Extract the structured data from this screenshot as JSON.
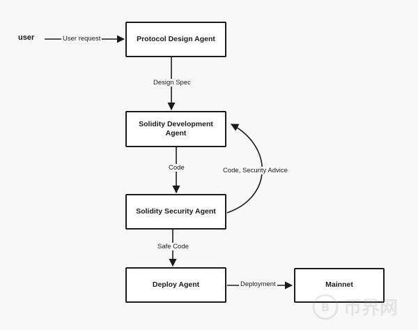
{
  "source": "user",
  "nodes": {
    "protocol_design": "Protocol Design Agent",
    "solidity_dev": "Solidity Development Agent",
    "solidity_security": "Solidity Security Agent",
    "deploy": "Deploy Agent",
    "mainnet": "Mainnet"
  },
  "edges": {
    "user_request": "User request",
    "design_spec": "Design Spec",
    "code": "Code",
    "code_security_advice": "Code, Security Advice",
    "safe_code": "Safe Code",
    "deployment": "Deployment"
  },
  "watermark": {
    "text": "币界网",
    "color": "#888888"
  }
}
